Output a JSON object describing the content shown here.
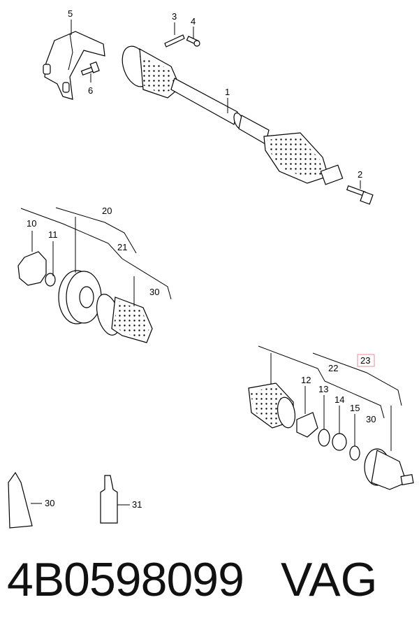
{
  "labels": {
    "p1": "1",
    "p2": "2",
    "p3": "3",
    "p4": "4",
    "p5": "5",
    "p6": "6",
    "p10": "10",
    "p11": "11",
    "p12": "12",
    "p13": "13",
    "p14": "14",
    "p15": "15",
    "p20": "20",
    "p21": "21",
    "p22": "22",
    "p23": "23",
    "p30a": "30",
    "p30b": "30",
    "p30c": "30",
    "p31": "31"
  },
  "footer": {
    "part_number": "4B0598099",
    "brand": "VAG"
  },
  "colors": {
    "highlight": "#e8a0a8",
    "ink": "#000000"
  }
}
